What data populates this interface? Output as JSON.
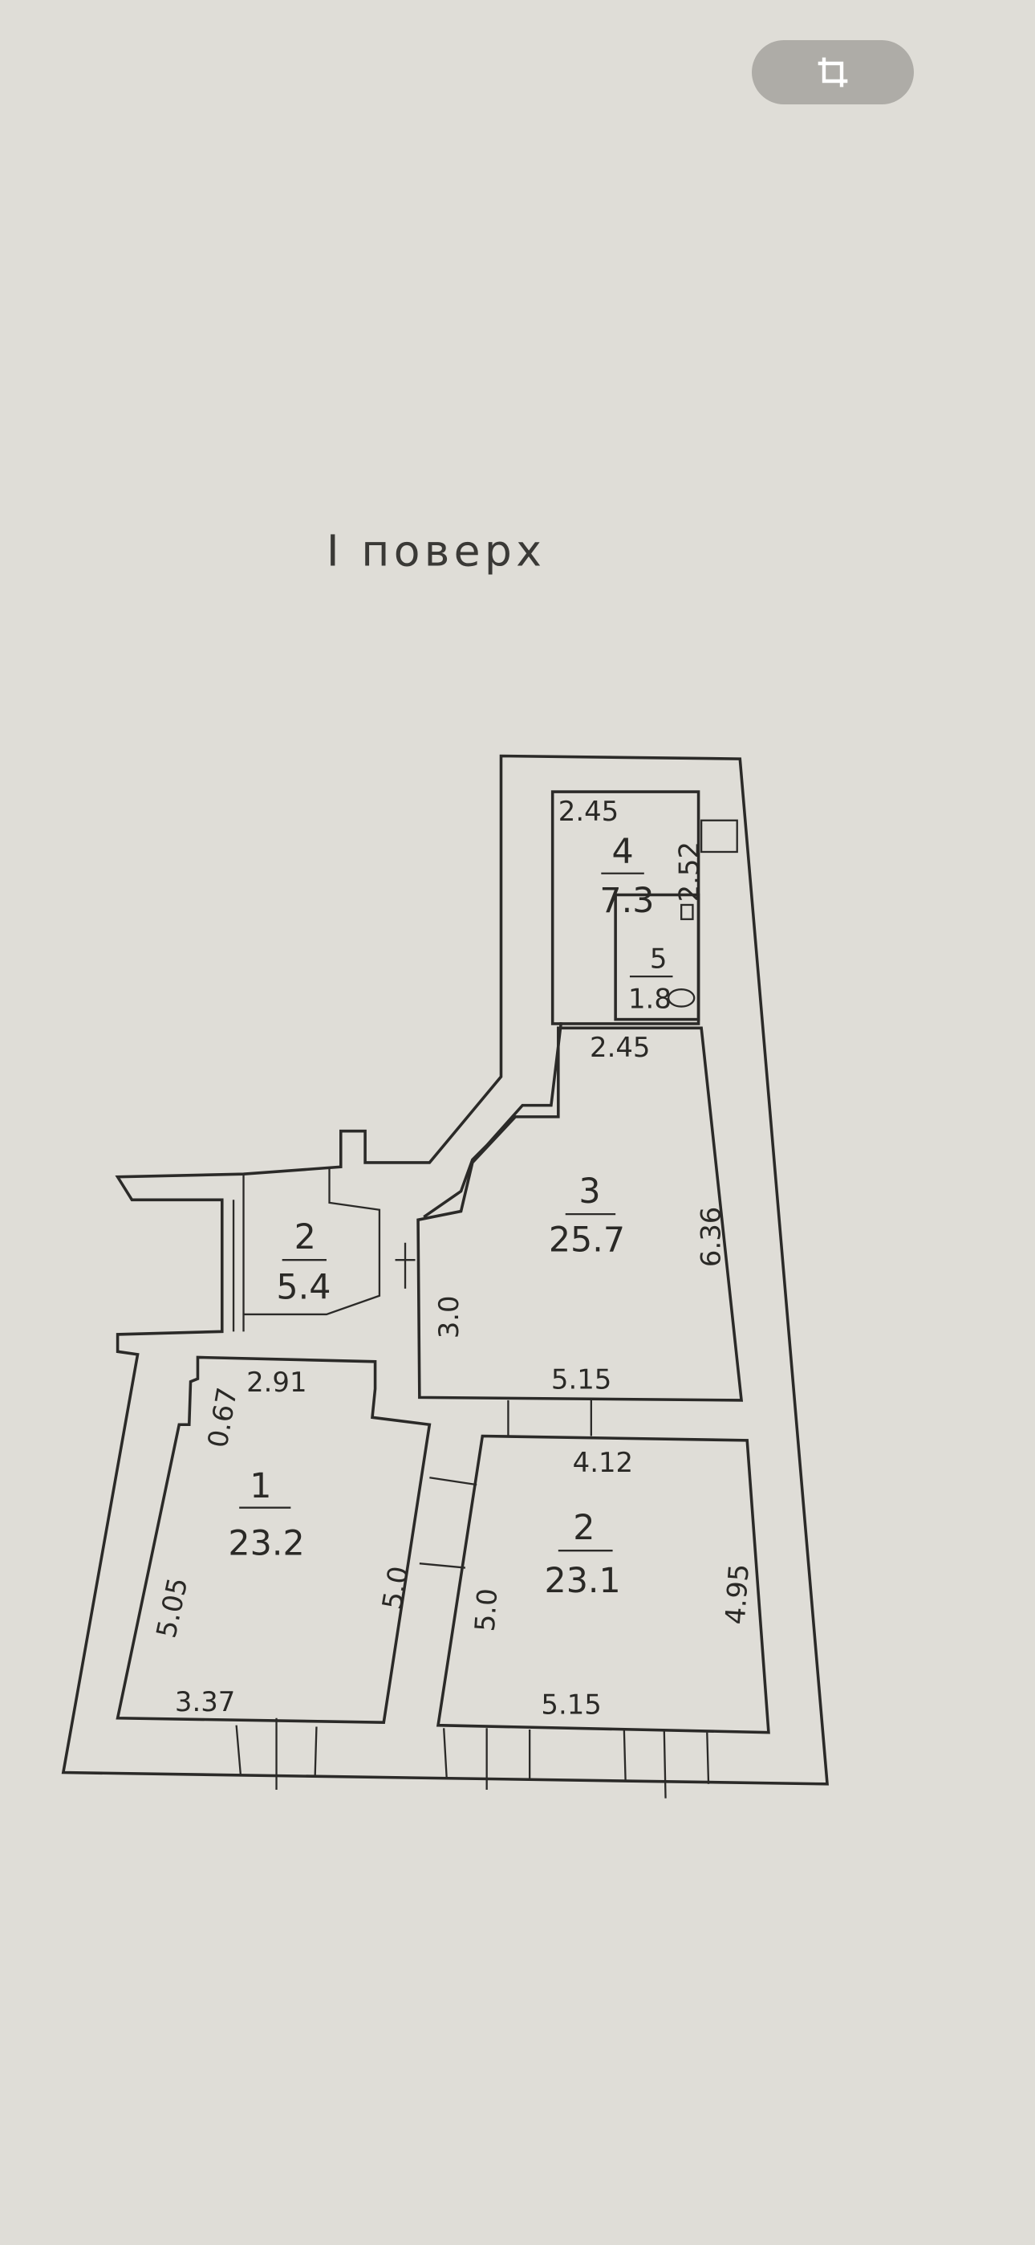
{
  "toolbar": {
    "crop_icon": "crop-icon"
  },
  "plan": {
    "title": "I поверх",
    "rooms": [
      {
        "number": "4",
        "area": "7.3"
      },
      {
        "number": "5",
        "area": "1.8"
      },
      {
        "number": "3",
        "area": "25.7"
      },
      {
        "number": "2",
        "area": "5.4"
      },
      {
        "number": "1",
        "area": "23.2"
      },
      {
        "number": "2",
        "area": "23.1"
      }
    ],
    "dimensions": {
      "r4_top": "2.45",
      "r4_right": "2.52",
      "r4_bottom": "2.45",
      "r3_right": "6.36",
      "r3_left": "3.0",
      "r3_bottom": "5.15",
      "r1_top": "2.91",
      "r1_notch": "0.67",
      "r1_left": "5.05",
      "r1_right": "5.0",
      "r1_bottom": "3.37",
      "r2_top": "4.12",
      "r2_left": "5.0",
      "r2_right": "4.95",
      "r2_bottom": "5.15"
    }
  }
}
